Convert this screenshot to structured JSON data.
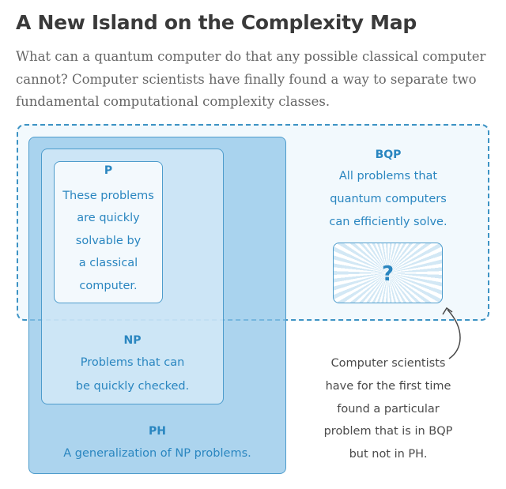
{
  "header": {
    "title": "A New Island on the Complexity Map",
    "subtitle": "What can a quantum computer do that any possible classical computer cannot? Computer scientists have finally found a way to separate two fundamental computational complexity classes."
  },
  "diagram": {
    "p": {
      "label": "P",
      "lines": [
        "These problems",
        "are quickly",
        "solvable by",
        "a classical",
        "computer."
      ]
    },
    "np": {
      "label": "NP",
      "lines": [
        "Problems that can",
        "be quickly checked."
      ]
    },
    "ph": {
      "label": "PH",
      "lines": [
        "A generalization of NP problems."
      ]
    },
    "bqp": {
      "label": "BQP",
      "lines": [
        "All problems that",
        "quantum computers",
        "can efficiently solve."
      ]
    },
    "mystery": {
      "symbol": "?"
    },
    "note": {
      "lines": [
        "Computer scientists",
        "have for the first time",
        "found a particular",
        "problem that is in BQP",
        "but not in PH."
      ]
    }
  },
  "colors": {
    "accent": "#2a86c0",
    "border": "#4e9ccc",
    "ph_fill": "#8cc4e7",
    "np_fill": "#d6ebf8"
  }
}
